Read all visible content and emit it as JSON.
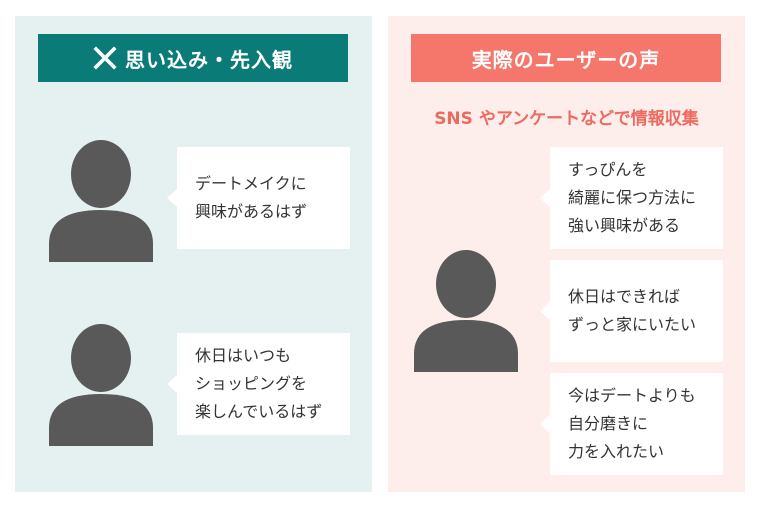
{
  "left_panel": {
    "header": "思い込み・先入観",
    "bubbles": [
      {
        "lines": [
          "デートメイクに",
          "興味があるはず"
        ]
      },
      {
        "lines": [
          "休日はいつも",
          "ショッピングを",
          "楽しんでいるはず"
        ]
      }
    ]
  },
  "right_panel": {
    "header": "実際のユーザーの声",
    "subtitle": "SNS やアンケートなどで情報収集",
    "bubbles": [
      {
        "lines": [
          "すっぴんを",
          "綺麗に保つ方法に",
          "強い興味がある"
        ]
      },
      {
        "lines": [
          "休日はできれば",
          "ずっと家にいたい"
        ]
      },
      {
        "lines": [
          "今はデートよりも",
          "自分磨きに",
          "力を入れたい"
        ]
      }
    ]
  },
  "icons": [
    "close-icon",
    "person-icon"
  ],
  "colors": {
    "left_panel_bg": "#e5f1f1",
    "left_header_bg": "#0b7b78",
    "right_panel_bg": "#fdeeec",
    "right_header_bg": "#f5766a",
    "subtitle_text": "#ec6b5f",
    "person_icon": "#595959"
  }
}
